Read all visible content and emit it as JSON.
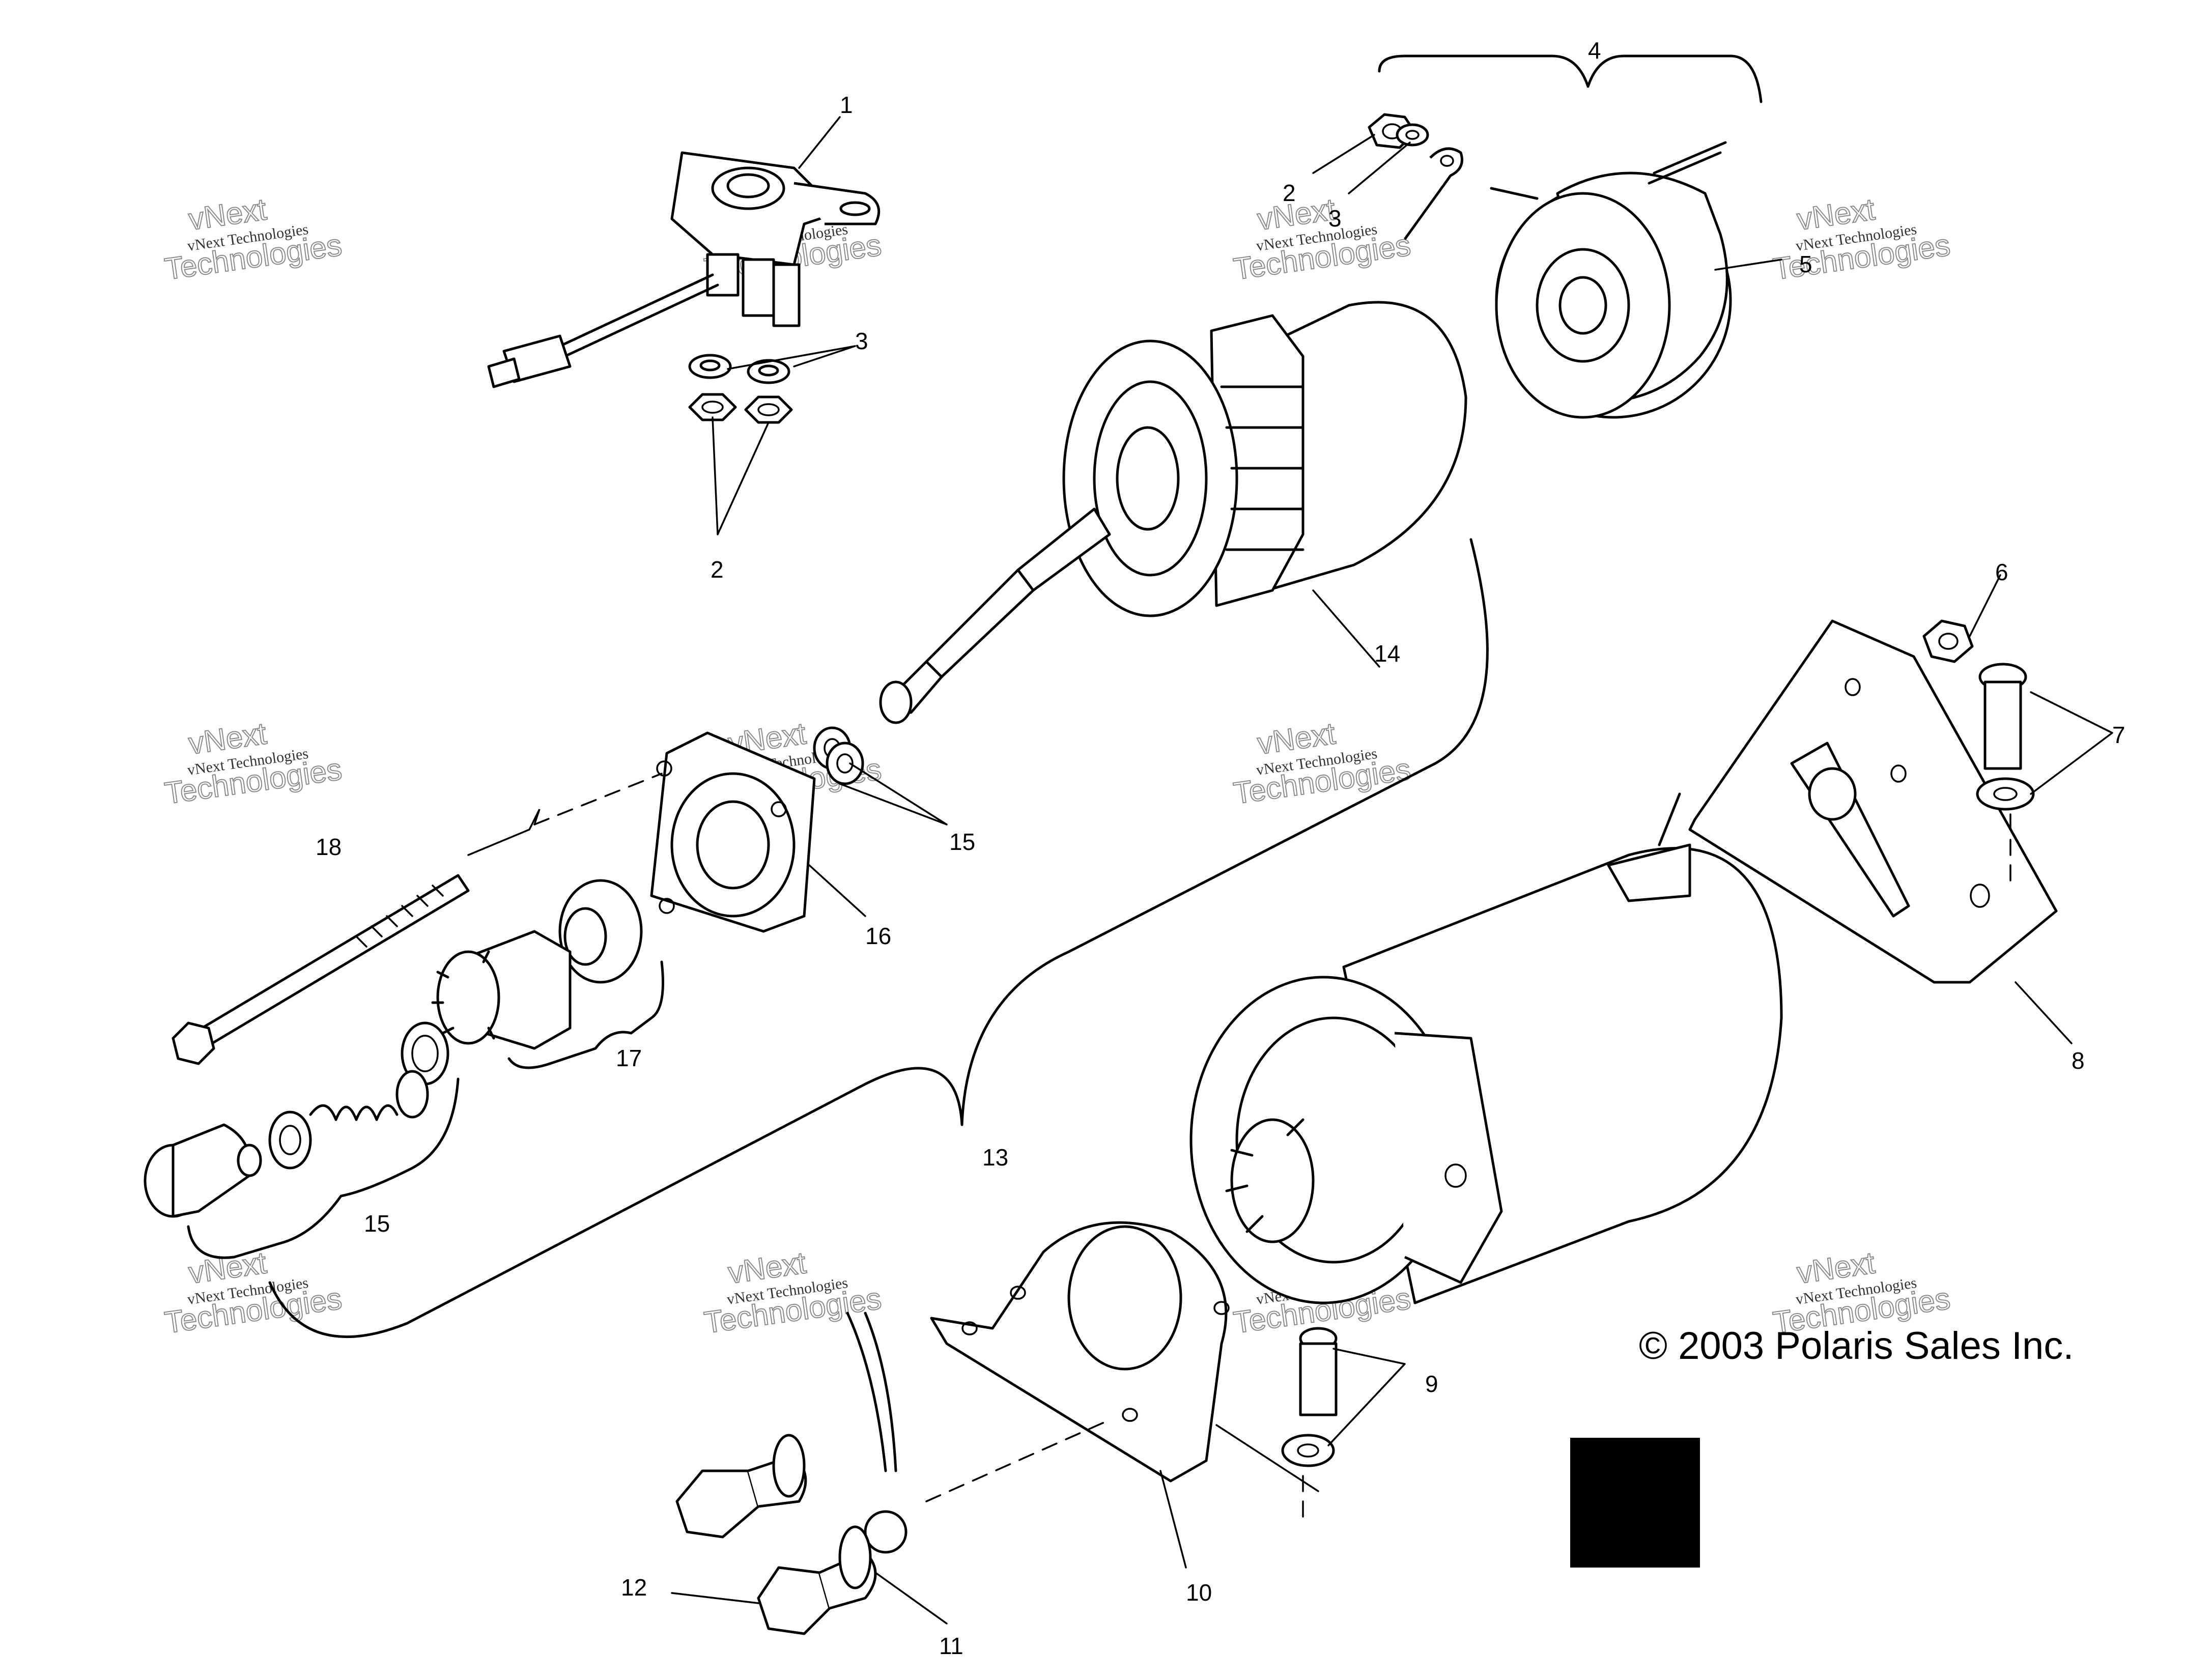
{
  "callouts": {
    "c1": "1",
    "c2a": "2",
    "c2b": "2",
    "c3a": "3",
    "c3b": "3",
    "c4": "4",
    "c5": "5",
    "c6": "6",
    "c7": "7",
    "c8": "8",
    "c9": "9",
    "c10": "10",
    "c11": "11",
    "c12": "12",
    "c13": "13",
    "c14": "14",
    "c15a": "15",
    "c15b": "15",
    "c16": "16",
    "c17": "17",
    "c18": "18"
  },
  "watermark": {
    "line1": "vNext Technologies",
    "line2": "vNext",
    "line3": "Technologies"
  },
  "copyright": "© 2003 Polaris Sales Inc."
}
